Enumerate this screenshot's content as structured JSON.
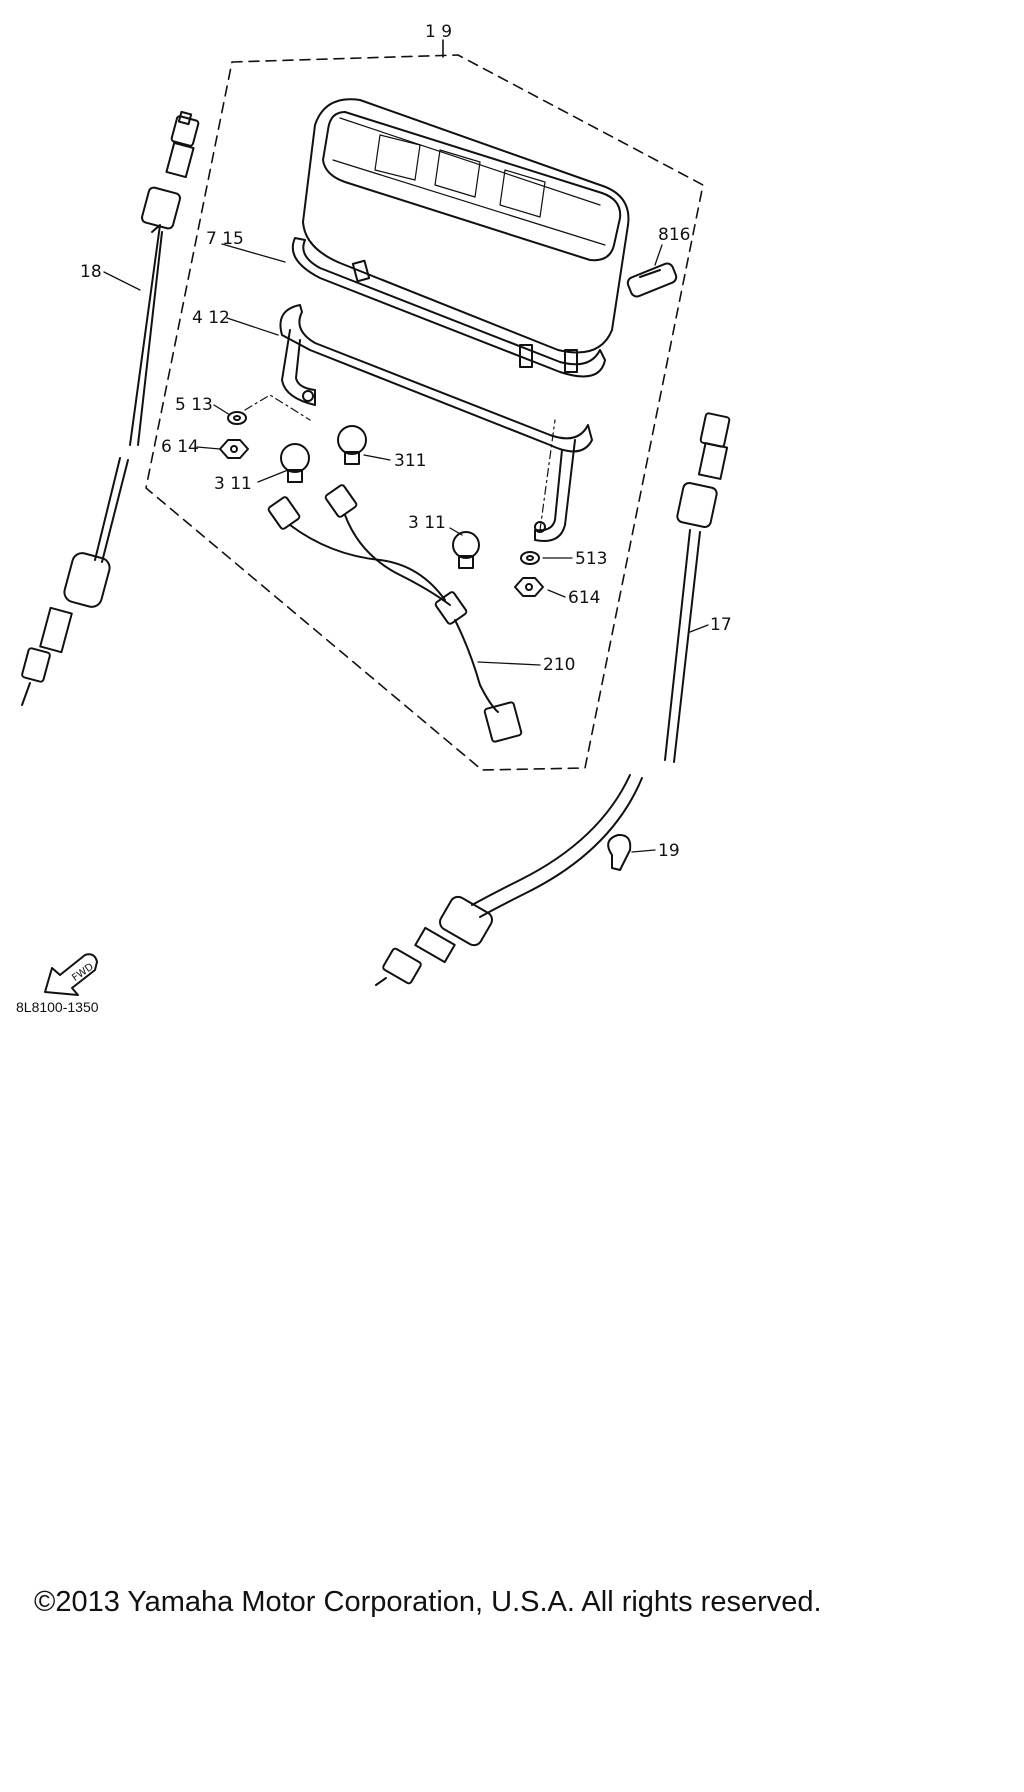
{
  "diagram": {
    "labels": {
      "l19_top": "1 9",
      "l715": "7 15",
      "l816": "816",
      "l18": "18",
      "l412": "4 12",
      "l513_left": "5 13",
      "l614_left": "6 14",
      "l311_a": "3 11",
      "l311_b": "311",
      "l311_c": "3 11",
      "l513_right": "513",
      "l614_right": "614",
      "l17": "17",
      "l210": "210",
      "l19": "19"
    },
    "fwd_text": "FWD",
    "drawing_code": "8L8100-1350"
  },
  "footer": {
    "copyright": "©2013 Yamaha Motor Corporation, U.S.A. All rights reserved."
  },
  "colors": {
    "line": "#111111",
    "background": "#ffffff"
  }
}
